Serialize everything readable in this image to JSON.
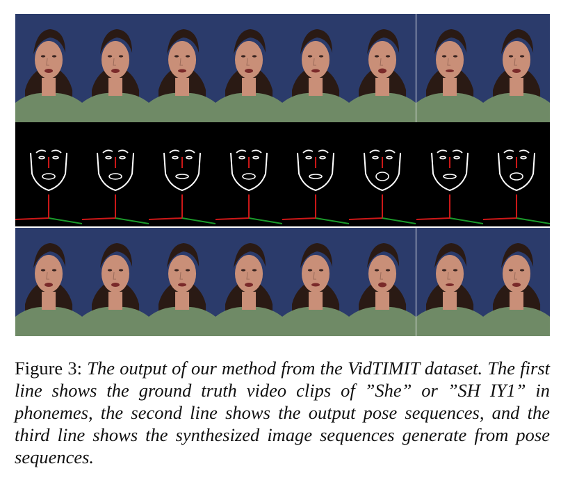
{
  "figure": {
    "frame_count": 8,
    "rows": [
      {
        "name": "ground-truth-frames"
      },
      {
        "name": "pose-sequences"
      },
      {
        "name": "synthesized-frames"
      }
    ],
    "colors": {
      "background_blue": "#2b3b6b",
      "hair": "#2a1a14",
      "skin": "#c98f78",
      "shirt": "#6f8a66",
      "pose_line": "#ffffff",
      "pose_axis_red": "#d01818",
      "pose_axis_green": "#1a9a2a",
      "pose_bg": "#000000"
    }
  },
  "caption": {
    "label": "Figure 3:",
    "text": "The output of our method from the VidTIMIT dataset. The first line shows the ground truth video clips of ”She” or ”SH IY1” in phonemes, the second line shows the output pose sequences, and the third line shows the synthesized image sequences generate from pose sequences."
  }
}
